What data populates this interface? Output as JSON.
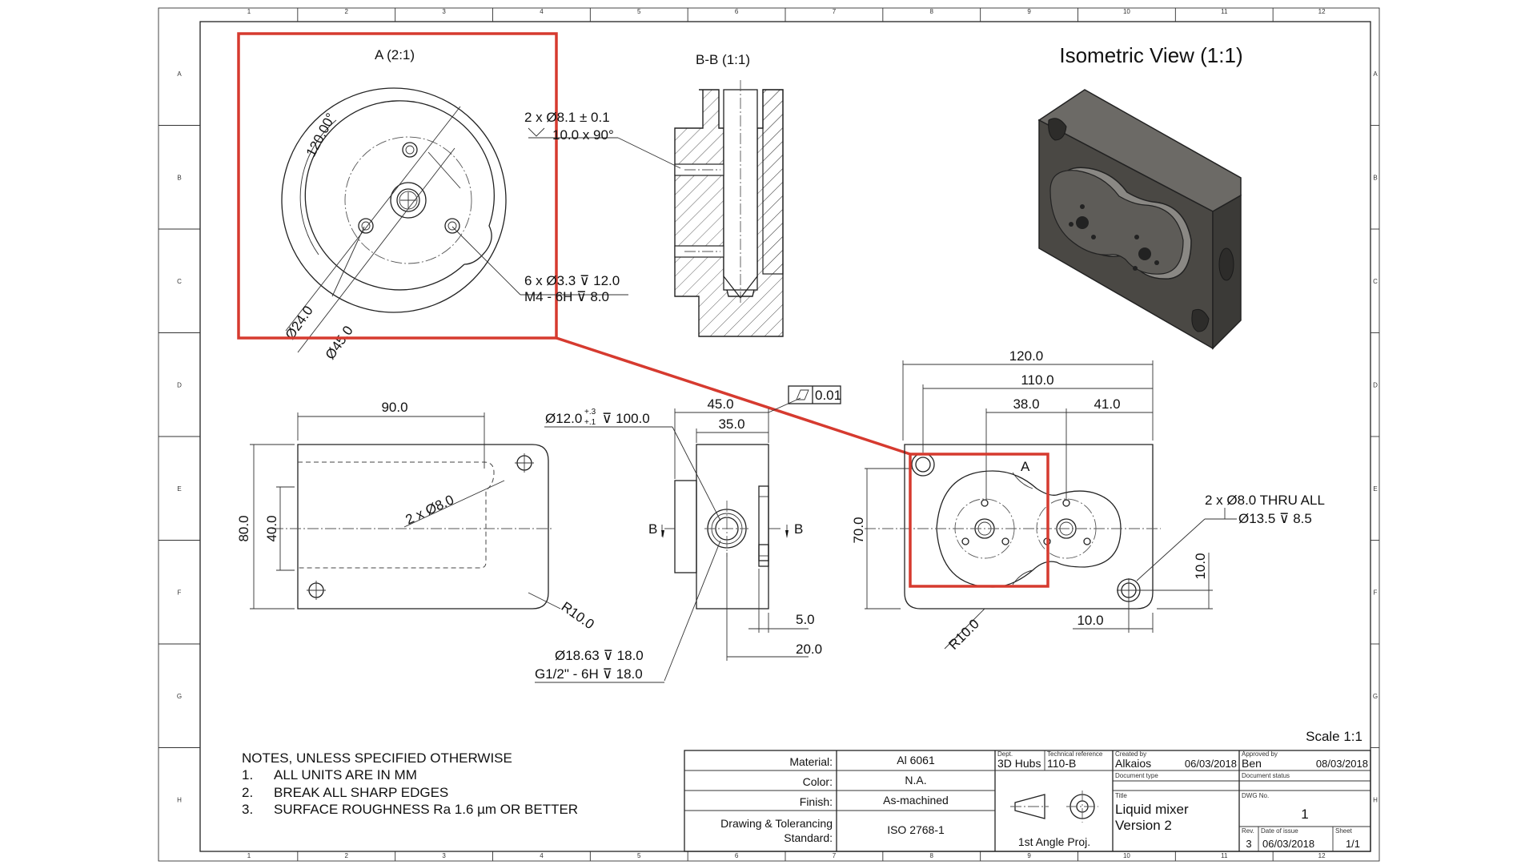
{
  "views": {
    "detail_a_title": "A (2:1)",
    "section_bb_title": "B-B (1:1)",
    "iso_title": "Isometric View (1:1)",
    "scale": "Scale 1:1",
    "section_label_b": "B",
    "detail_label_a": "A"
  },
  "dimensions": {
    "detail_a_angle": "120.00°",
    "detail_a_d24": "Ø24.0",
    "detail_a_d45": "Ø45.0",
    "bb_callout_line1": "2 x  Ø8.1 ± 0.1",
    "bb_callout_line2": "10.0 x 90°",
    "bb_callout_line3": "6 x Ø3.3 ⊽ 12.0",
    "bb_callout_line4": "M4 - 6H ⊽ 8.0",
    "left_w90": "90.0",
    "left_h80": "80.0",
    "left_h40": "40.0",
    "left_2x8": "2 x Ø8.0",
    "left_r10": "R10.0",
    "mid_d12": "Ø12.0",
    "mid_tol_plus": "+.3",
    "mid_tol_minus": "+.1",
    "mid_depth": "⊽ 100.0",
    "mid_w45": "45.0",
    "mid_w35": "35.0",
    "mid_5": "5.0",
    "mid_20": "20.0",
    "mid_d1863": "Ø18.63 ⊽ 18.0",
    "mid_g12": "G1/2\" - 6H ⊽ 18.0",
    "flatness": "0.01",
    "right_120": "120.0",
    "right_110": "110.0",
    "right_38": "38.0",
    "right_41": "41.0",
    "right_70": "70.0",
    "right_10v": "10.0",
    "right_10h": "10.0",
    "right_r10": "R10.0",
    "right_thru1": "2 x Ø8.0 THRU ALL",
    "right_thru2": "Ø13.5 ⊽ 8.5"
  },
  "notes": {
    "title": "NOTES, UNLESS SPECIFIED OTHERWISE",
    "n1_num": "1.",
    "n1": "ALL UNITS ARE IN MM",
    "n2_num": "2.",
    "n2": "BREAK ALL SHARP EDGES",
    "n3_num": "3.",
    "n3": "SURFACE ROUGHNESS Ra 1.6 µm OR BETTER"
  },
  "title_block": {
    "material_label": "Material:",
    "material": "Al 6061",
    "color_label": "Color:",
    "color": "N.A.",
    "finish_label": "Finish:",
    "finish": "As-machined",
    "std_label1": "Drawing & Tolerancing",
    "std_label2": "Standard:",
    "standard": "ISO 2768-1",
    "dept_label": "Dept.",
    "dept": "3D Hubs",
    "techref_label": "Technical reference",
    "techref": "110-B",
    "created_label": "Created by",
    "created_by": "Alkaios",
    "created_date": "06/03/2018",
    "approved_label": "Approved by",
    "approved_by": "Ben",
    "approved_date": "08/03/2018",
    "doctype_label": "Document type",
    "docstatus_label": "Document status",
    "title_label": "Title",
    "title1": "Liquid mixer",
    "title2": "Version 2",
    "dwg_label": "DWG No.",
    "dwg": "1",
    "rev_label": "Rev.",
    "rev": "3",
    "issue_label": "Date of issue",
    "issue": "06/03/2018",
    "sheet_label": "Sheet",
    "sheet": "1/1",
    "projection": "1st Angle Proj."
  },
  "border": {
    "cols": [
      "1",
      "2",
      "3",
      "4",
      "5",
      "6",
      "7",
      "8",
      "9",
      "10",
      "11",
      "12"
    ],
    "rows": [
      "A",
      "B",
      "C",
      "D",
      "E",
      "F",
      "G",
      "H"
    ]
  },
  "colors": {
    "highlight": "#d63a2f",
    "line": "#222222",
    "part": "#4a4844"
  }
}
